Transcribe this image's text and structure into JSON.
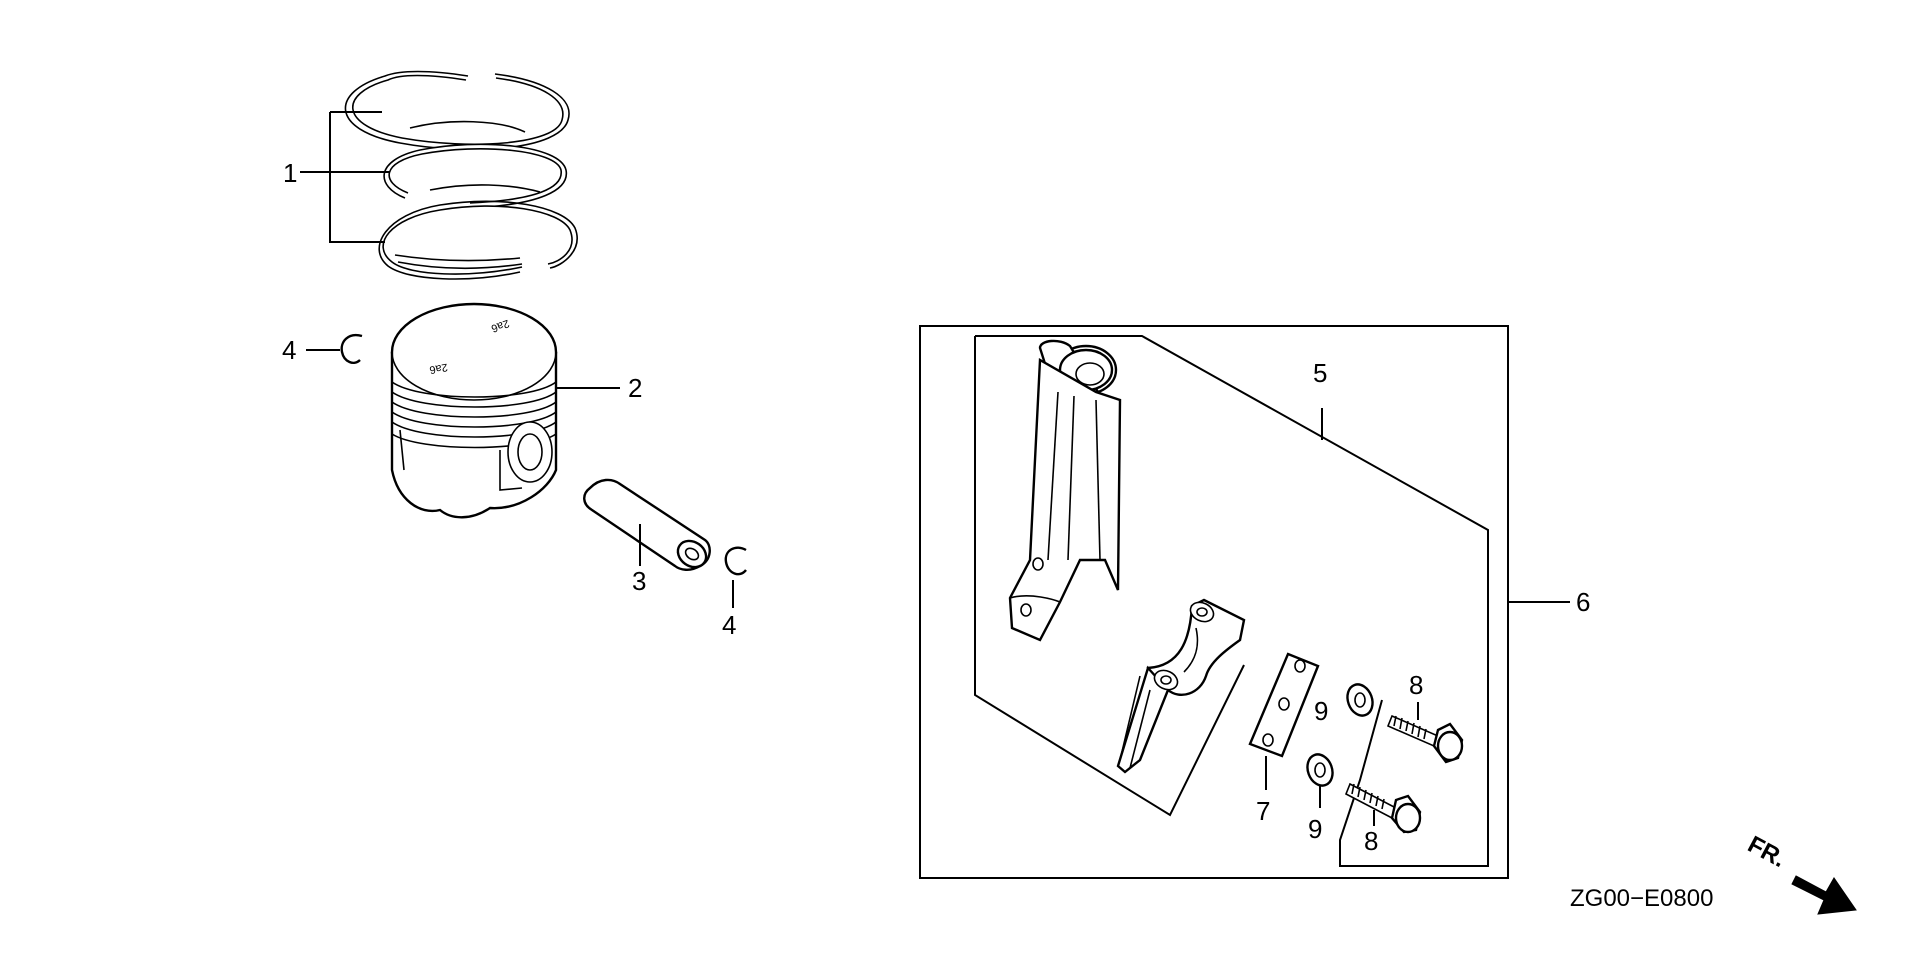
{
  "callouts": {
    "c1": "1",
    "c2": "2",
    "c3": "3",
    "c4a": "4",
    "c4b": "4",
    "c5": "5",
    "c6": "6",
    "c7": "7",
    "c8a": "8",
    "c8b": "8",
    "c9a": "9",
    "c9b": "9"
  },
  "diagram_code": "ZG00−E0800",
  "direction_label": "FR.",
  "piston_marking": "2a6"
}
